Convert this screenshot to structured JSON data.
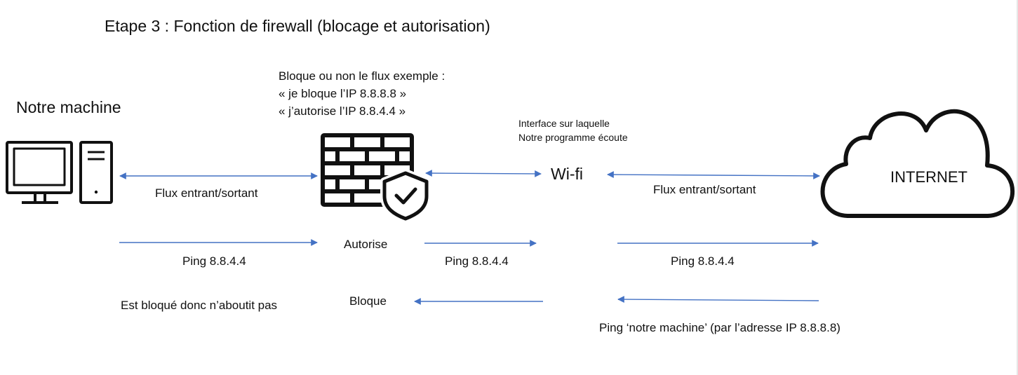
{
  "title": "Etape 3 : Fonction de firewall (blocage et autorisation)",
  "firewall_description": [
    "Bloque ou non le flux exemple :",
    "« je bloque l’IP 8.8.8.8 »",
    "« j’autorise l’IP 8.8.4.4 »"
  ],
  "machine_label": "Notre machine",
  "interface_note": [
    "Interface sur laquelle",
    "Notre programme écoute"
  ],
  "wifi_label": "Wi-fi",
  "internet_label": "INTERNET",
  "flows": {
    "machine_firewall": "Flux entrant/sortant",
    "wifi_internet": "Flux entrant/sortant"
  },
  "allowed_path": {
    "status": "Autorise",
    "ping_1": "Ping 8.8.4.4",
    "ping_2": "Ping 8.8.4.4",
    "ping_3": "Ping 8.8.4.4"
  },
  "blocked_path": {
    "status": "Bloque",
    "result": "Est bloqué donc n’aboutit pas",
    "incoming_ping": "Ping ‘notre machine’ (par l’adresse IP 8.8.8.8)"
  },
  "colors": {
    "arrow": "#4472c4",
    "ink": "#111111"
  },
  "icons": [
    "computer-icon",
    "firewall-shield-icon",
    "cloud-icon"
  ]
}
